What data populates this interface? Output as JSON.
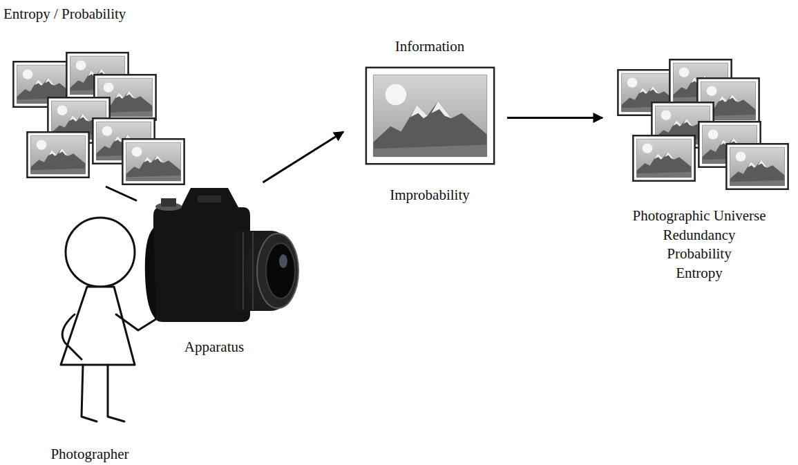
{
  "diagram": {
    "nodes": [
      {
        "text": [
          "Entropy / Probability"
        ]
      },
      {
        "text": [
          "Photographer"
        ]
      },
      {
        "text": [
          "Apparatus"
        ]
      },
      {
        "text": [
          "Information",
          "Improbability"
        ]
      },
      {
        "text": [
          "Photographic Universe",
          "Redundancy",
          "Probability",
          "Entropy"
        ]
      }
    ],
    "edges": [
      {
        "from": 0,
        "to": 2,
        "arrow": "none"
      },
      {
        "from": 2,
        "to": 3,
        "arrow": "to"
      },
      {
        "from": 3,
        "to": 4,
        "arrow": "to"
      }
    ]
  }
}
